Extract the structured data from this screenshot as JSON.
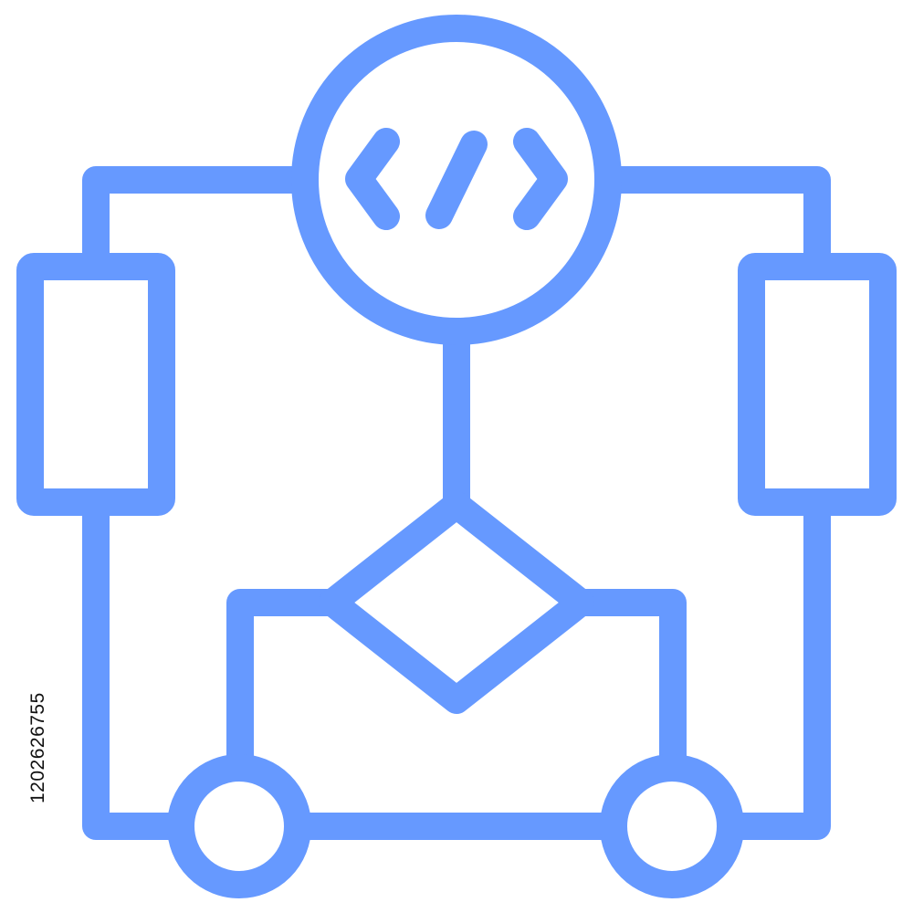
{
  "icon": {
    "name": "code-flowchart-icon",
    "stroke_color": "#6699ff",
    "fill_color": "#99c4ff",
    "background": "#ffffff"
  },
  "nodes": {
    "code_circle": {
      "shape": "circle",
      "icon": "code-brackets-icon"
    },
    "left_process": {
      "shape": "rectangle"
    },
    "right_process": {
      "shape": "rectangle"
    },
    "decision": {
      "shape": "diamond"
    },
    "left_terminal": {
      "shape": "circle"
    },
    "right_terminal": {
      "shape": "circle"
    }
  },
  "watermark": {
    "id": "1202626755"
  }
}
